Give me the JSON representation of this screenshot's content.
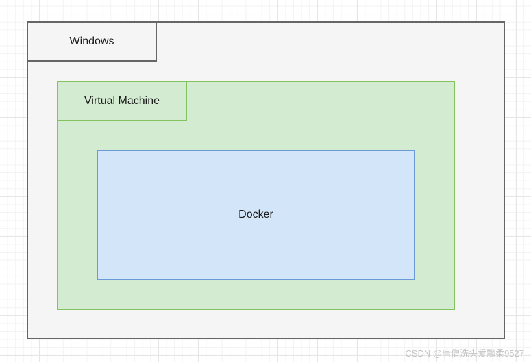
{
  "diagram": {
    "windows": {
      "label": "Windows",
      "fill_color": "#f5f5f5",
      "stroke_color": "#666666"
    },
    "virtual_machine": {
      "label": "Virtual Machine",
      "fill_color": "#d3ebd0",
      "stroke_color": "#82c35e"
    },
    "docker": {
      "label": "Docker",
      "fill_color": "#d3e5f9",
      "stroke_color": "#6b9bd6"
    }
  },
  "watermark": "CSDN @唐僧洗头爱飘柔9527"
}
